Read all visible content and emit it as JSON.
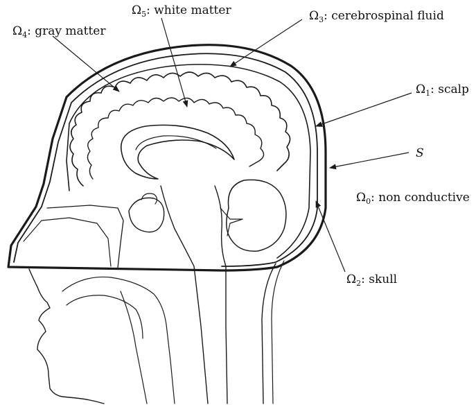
{
  "labels": {
    "omega": "Ω",
    "label0": {
      "sub": "0",
      "text": ": non conductive"
    },
    "label1": {
      "sub": "1",
      "text": ": scalp"
    },
    "label2": {
      "sub": "2",
      "text": ": skull"
    },
    "label3": {
      "sub": "3",
      "text": ": cerebrospinal fluid"
    },
    "label4": {
      "sub": "4",
      "text": ": gray matter"
    },
    "label5": {
      "sub": "5",
      "text": ": white matter"
    },
    "surface": "S"
  },
  "colors": {
    "ink": "#1a1a1a",
    "background": "#ffffff"
  }
}
